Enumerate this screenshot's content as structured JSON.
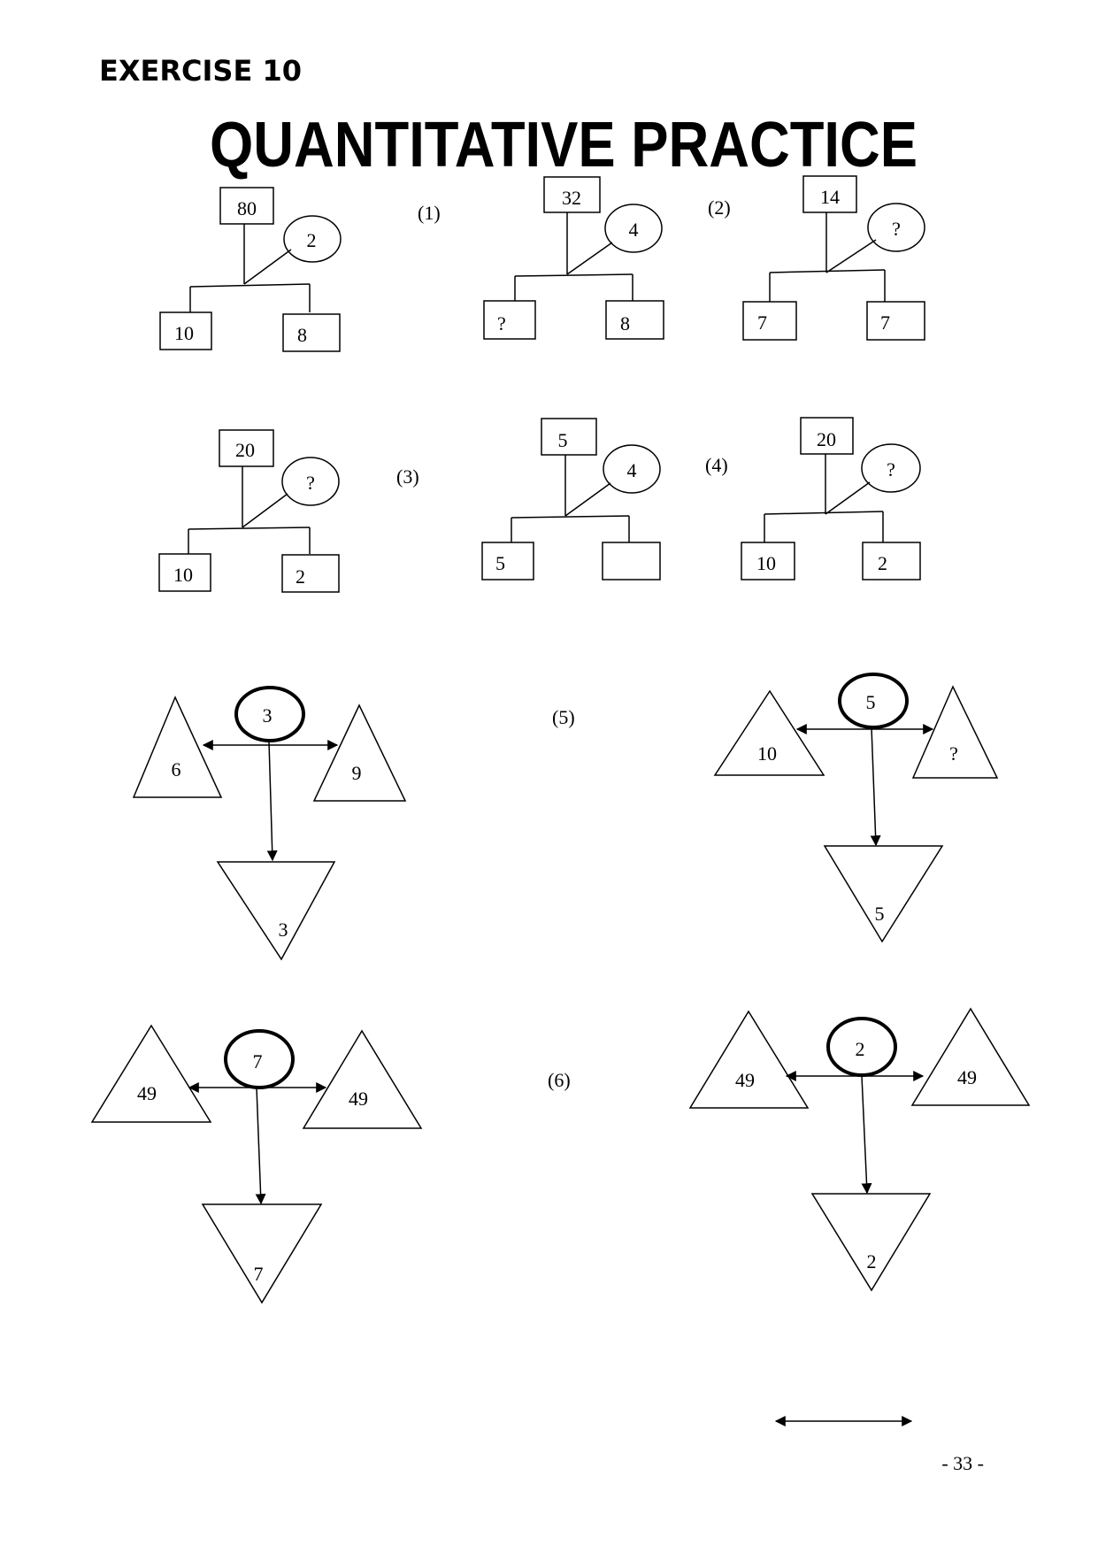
{
  "header": {
    "exercise": "EXERCISE 10",
    "title": "QUANTITATIVE PRACTICE"
  },
  "labels": [
    "(1)",
    "(2)",
    "(3)",
    "(4)",
    "(5)",
    "(6)"
  ],
  "tree_diagrams": [
    {
      "top": "80",
      "circle": "2",
      "left": "10",
      "right": "8"
    },
    {
      "top": "32",
      "circle": "4",
      "left": "?",
      "right": "8"
    },
    {
      "top": "14",
      "circle": "?",
      "left": "7",
      "right": "7"
    },
    {
      "top": "20",
      "circle": "?",
      "left": "10",
      "right": "2"
    },
    {
      "top": "5",
      "circle": "4",
      "left": "5",
      "right": ""
    },
    {
      "top": "20",
      "circle": "?",
      "left": "10",
      "right": "2"
    }
  ],
  "triangle_diagrams": [
    {
      "center": "3",
      "left": "6",
      "right": "9",
      "bottom": "3"
    },
    {
      "center": "5",
      "left": "10",
      "right": "?",
      "bottom": "5"
    },
    {
      "center": "7",
      "left": "49",
      "right": "49",
      "bottom": "7"
    },
    {
      "center": "2",
      "left": "49",
      "right": "49",
      "bottom": "2"
    }
  ],
  "footer": {
    "page_number": "- 33 -"
  },
  "icons": {
    "footer_arrow": "double-arrow-icon"
  }
}
